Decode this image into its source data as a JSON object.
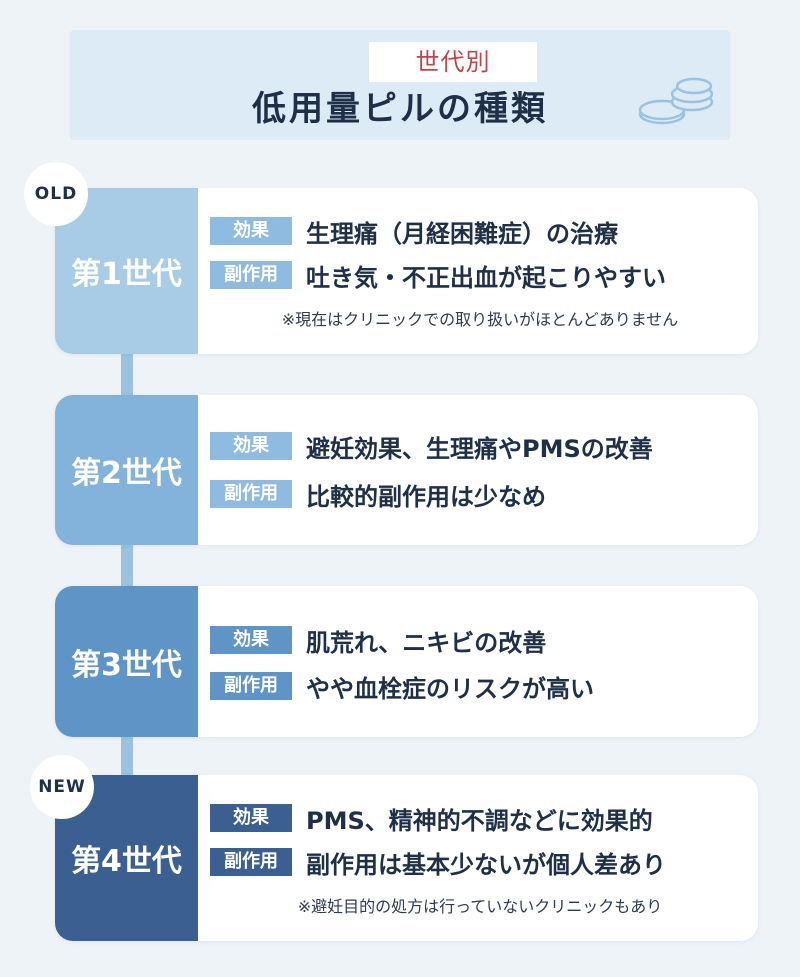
{
  "header": {
    "subtitle": "世代別",
    "title": "低用量ピルの種類",
    "icon": "pills-icon"
  },
  "colors": {
    "gen1": "#a9cce6",
    "gen2": "#83b3da",
    "gen3": "#5f94c7",
    "gen4": "#3a5f90",
    "tag_light": "#8fbbe0",
    "tag_dark": "#3a5f90",
    "text": "#1f2f48"
  },
  "generations": [
    {
      "label": "第1世代",
      "badge": "OLD",
      "effect_label": "効果",
      "effect": "生理痛（月経困難症）の治療",
      "side_label": "副作用",
      "side_effect": "吐き気・不正出血が起こりやすい",
      "note": "※現在はクリニックでの取り扱いがほとんどありません"
    },
    {
      "label": "第2世代",
      "effect_label": "効果",
      "effect": "避妊効果、生理痛やPMSの改善",
      "side_label": "副作用",
      "side_effect": "比較的副作用は少なめ"
    },
    {
      "label": "第3世代",
      "effect_label": "効果",
      "effect": "肌荒れ、ニキビの改善",
      "side_label": "副作用",
      "side_effect": "やや血栓症のリスクが高い"
    },
    {
      "label": "第4世代",
      "badge": "NEW",
      "effect_label": "効果",
      "effect": "PMS、精神的不調などに効果的",
      "side_label": "副作用",
      "side_effect": "副作用は基本少ないが個人差あり",
      "note": "※避妊目的の処方は行っていないクリニックもあり"
    }
  ]
}
